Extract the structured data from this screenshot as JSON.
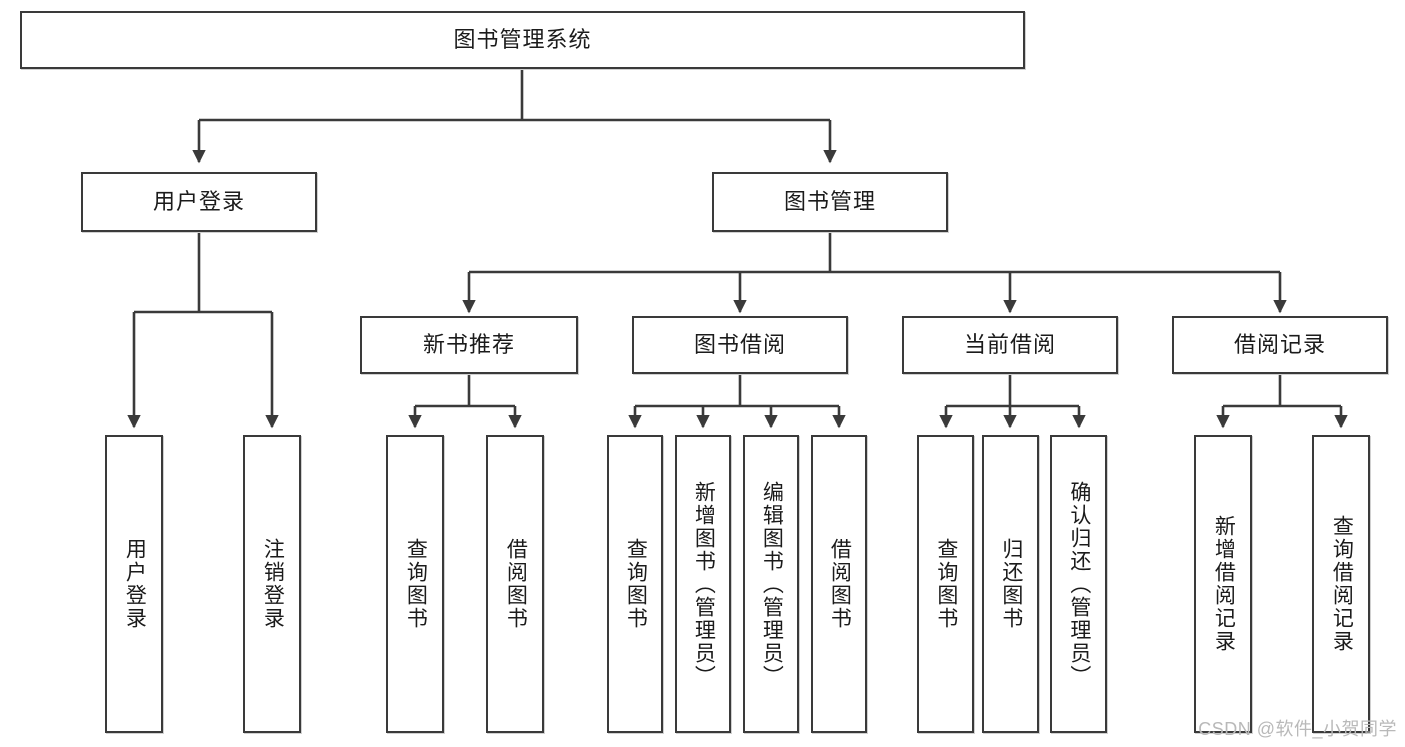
{
  "diagram": {
    "title": "图书管理系统",
    "type": "tree-hierarchy",
    "watermark": "CSDN @软件_小贺同学",
    "colors": {
      "stroke": "#3a3a3a",
      "fill": "#ffffff",
      "text": "#1b1b1b",
      "watermark": "#b9b9b9"
    },
    "root": {
      "label": "图书管理系统"
    },
    "level1": [
      {
        "label": "用户登录"
      },
      {
        "label": "图书管理"
      }
    ],
    "level2": [
      {
        "label": "新书推荐"
      },
      {
        "label": "图书借阅"
      },
      {
        "label": "当前借阅"
      },
      {
        "label": "借阅记录"
      }
    ],
    "leaves": {
      "user_login": [
        {
          "label": "用户登录"
        },
        {
          "label": "注销登录"
        }
      ],
      "new_book_recommend": [
        {
          "label": "查询图书"
        },
        {
          "label": "借阅图书"
        }
      ],
      "book_borrow": [
        {
          "label": "查询图书"
        },
        {
          "label": "新增图书（管理员）"
        },
        {
          "label": "编辑图书（管理员）"
        },
        {
          "label": "借阅图书"
        }
      ],
      "current_borrow": [
        {
          "label": "查询图书"
        },
        {
          "label": "归还图书"
        },
        {
          "label": "确认归还（管理员）"
        }
      ],
      "borrow_record": [
        {
          "label": "新增借阅记录"
        },
        {
          "label": "查询借阅记录"
        }
      ]
    }
  }
}
